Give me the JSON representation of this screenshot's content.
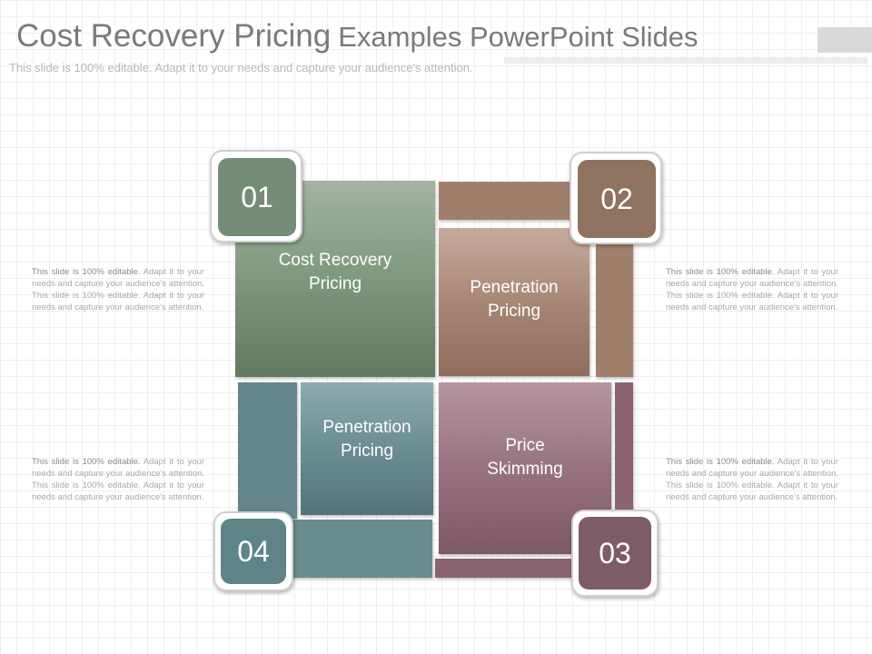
{
  "header": {
    "title_part1": "Cost Recovery Pricing",
    "title_part2": "Examples PowerPoint Slides",
    "subtitle": "This slide is 100% editable. Adapt it to your needs and capture your audience's attention."
  },
  "quadrants": [
    {
      "number": "01",
      "label": "Cost Recovery\nPricing",
      "color": "#6e8a73"
    },
    {
      "number": "02",
      "label": "Penetration\nPricing",
      "color": "#8f7260"
    },
    {
      "number": "03",
      "label": "Price\nSkimming",
      "color": "#7e5c67"
    },
    {
      "number": "04",
      "label": "Penetration\nPricing",
      "color": "#5f8488"
    }
  ],
  "side_texts": {
    "lead": "This slide is 100% editable.",
    "body": "Adapt it to your needs and capture your audience's attention. This slide is 100% editable. Adapt it to your needs and capture your audience's attention."
  }
}
